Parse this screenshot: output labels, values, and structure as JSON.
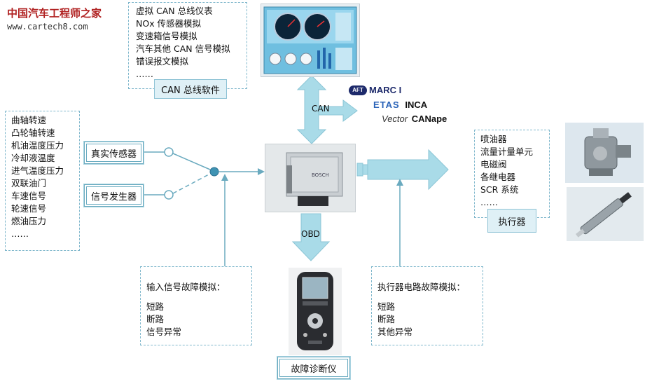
{
  "header": {
    "site_name": "中国汽车工程师之家",
    "site_url": "www.cartech8.com"
  },
  "can_software": {
    "items": [
      "虚拟 CAN 总线仪表",
      "NOx 传感器模拟",
      "变速箱信号模拟",
      "汽车其他 CAN 信号模拟",
      "错误报文模拟",
      "……"
    ],
    "label": "CAN 总线软件"
  },
  "sensors": {
    "items": [
      "曲轴转速",
      "凸轮轴转速",
      "机油温度压力",
      "冷却液温度",
      "进气温度压力",
      "双联油门",
      "车速信号",
      "轮速信号",
      "燃油压力",
      "……"
    ],
    "real_sensor": "真实传感器",
    "signal_generator": "信号发生器"
  },
  "links": {
    "can": "CAN",
    "obd": "OBD"
  },
  "brands": {
    "marc": "MARC I",
    "etas_prefix": "ETAS",
    "etas_product": "INCA",
    "vector_prefix": "Vector",
    "vector_product": "CANape"
  },
  "actuators": {
    "items": [
      "喷油器",
      "流量计量单元",
      "电磁阀",
      "各继电器",
      "SCR 系统",
      "……"
    ],
    "label": "执行器"
  },
  "input_fault": {
    "title": "输入信号故障模拟：",
    "items": [
      "短路",
      "断路",
      "信号异常"
    ]
  },
  "actuator_fault": {
    "title": "执行器电路故障模拟：",
    "items": [
      "短路",
      "断路",
      "其他异常"
    ]
  },
  "diagnostic": {
    "label": "故障诊断仪"
  },
  "colors": {
    "arrow": "#a9dbe8",
    "arrow_stroke": "#8cc6d6",
    "line": "#6aaabf",
    "label_bg": "#dff0f6"
  }
}
